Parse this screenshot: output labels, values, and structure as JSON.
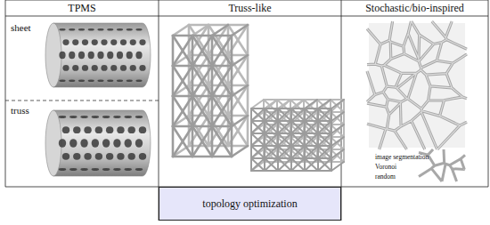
{
  "diagram": {
    "nodes": [
      {
        "text": [
          "TPMS"
        ]
      },
      {
        "text": [
          "Truss-like"
        ]
      },
      {
        "text": [
          "Stochastic/bio-inspired"
        ]
      },
      {
        "text": [
          "sheet"
        ]
      },
      {
        "text": [
          "truss"
        ]
      },
      {
        "text": [
          "topology optimization"
        ]
      }
    ],
    "labels": [
      "image segmentation",
      "Voronoi",
      "random"
    ]
  }
}
